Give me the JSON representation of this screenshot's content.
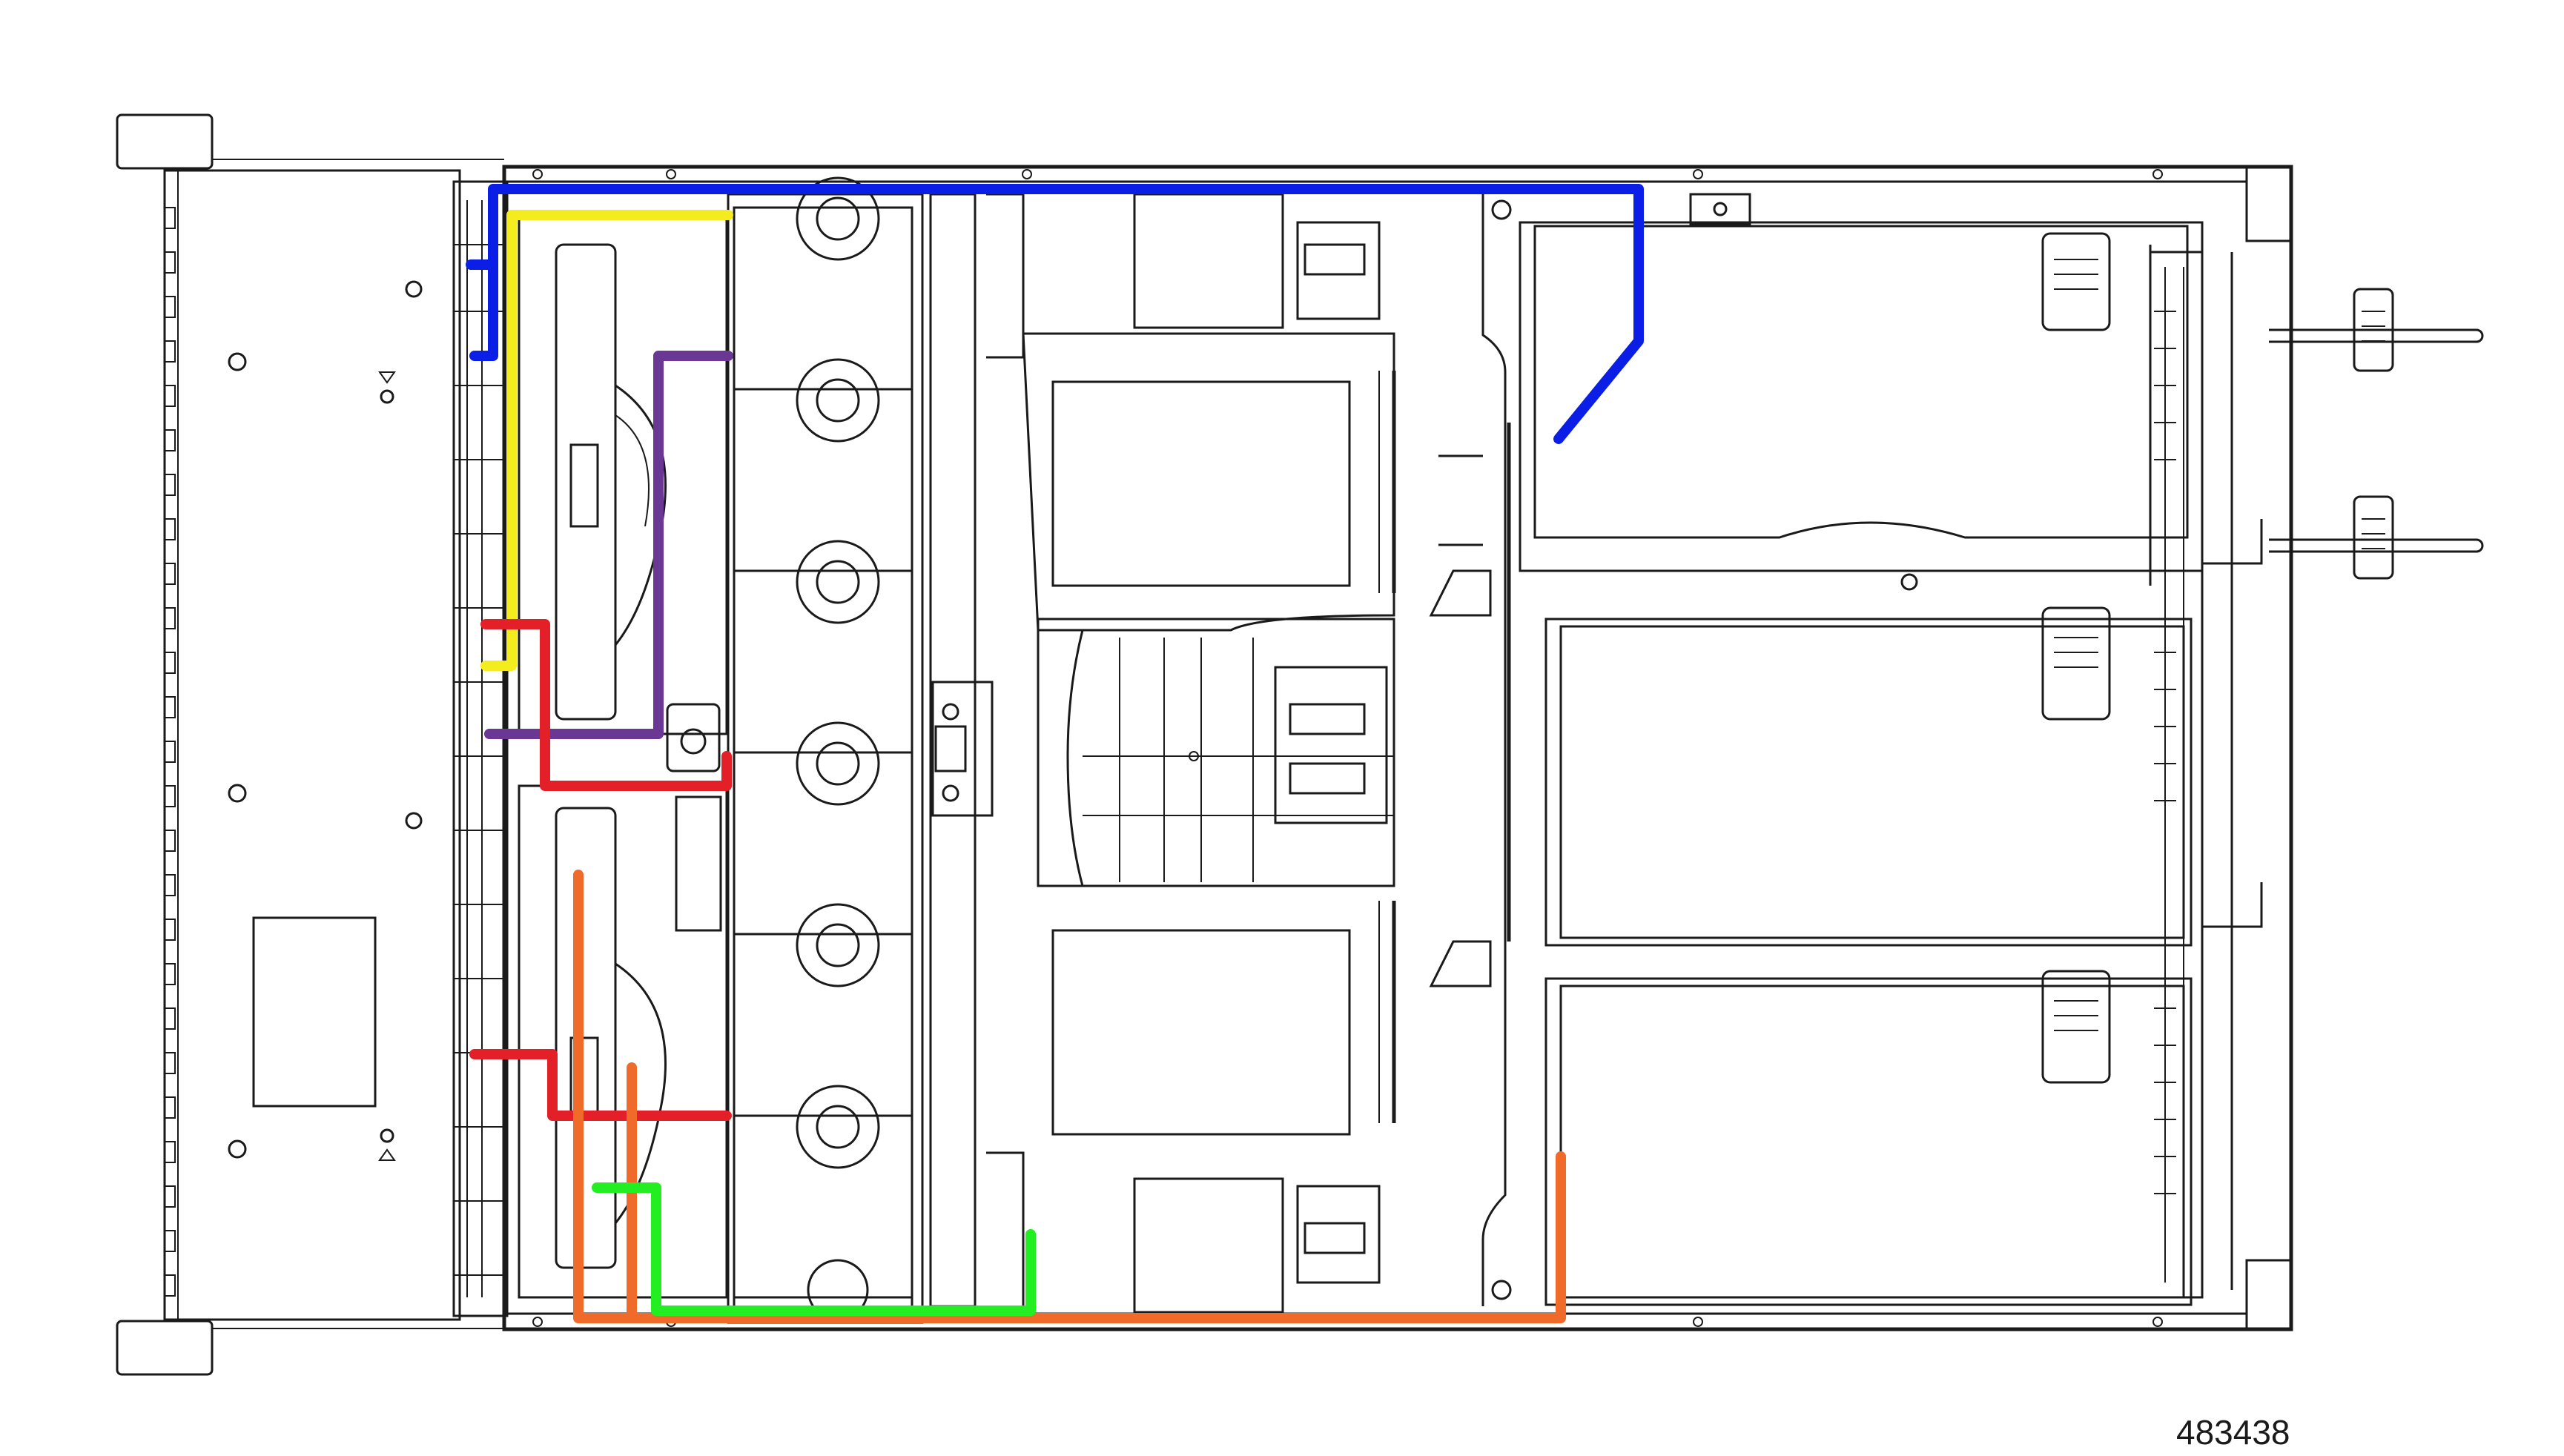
{
  "figure_id": "483438",
  "cables": [
    {
      "name": "blue-cable",
      "color": "#0a1ee6"
    },
    {
      "name": "yellow-cable",
      "color": "#f5ec1f"
    },
    {
      "name": "purple-cable",
      "color": "#6a3894"
    },
    {
      "name": "red-cable",
      "color": "#e32028"
    },
    {
      "name": "orange-cable",
      "color": "#f06a2a"
    },
    {
      "name": "green-cable",
      "color": "#22ee22"
    }
  ]
}
